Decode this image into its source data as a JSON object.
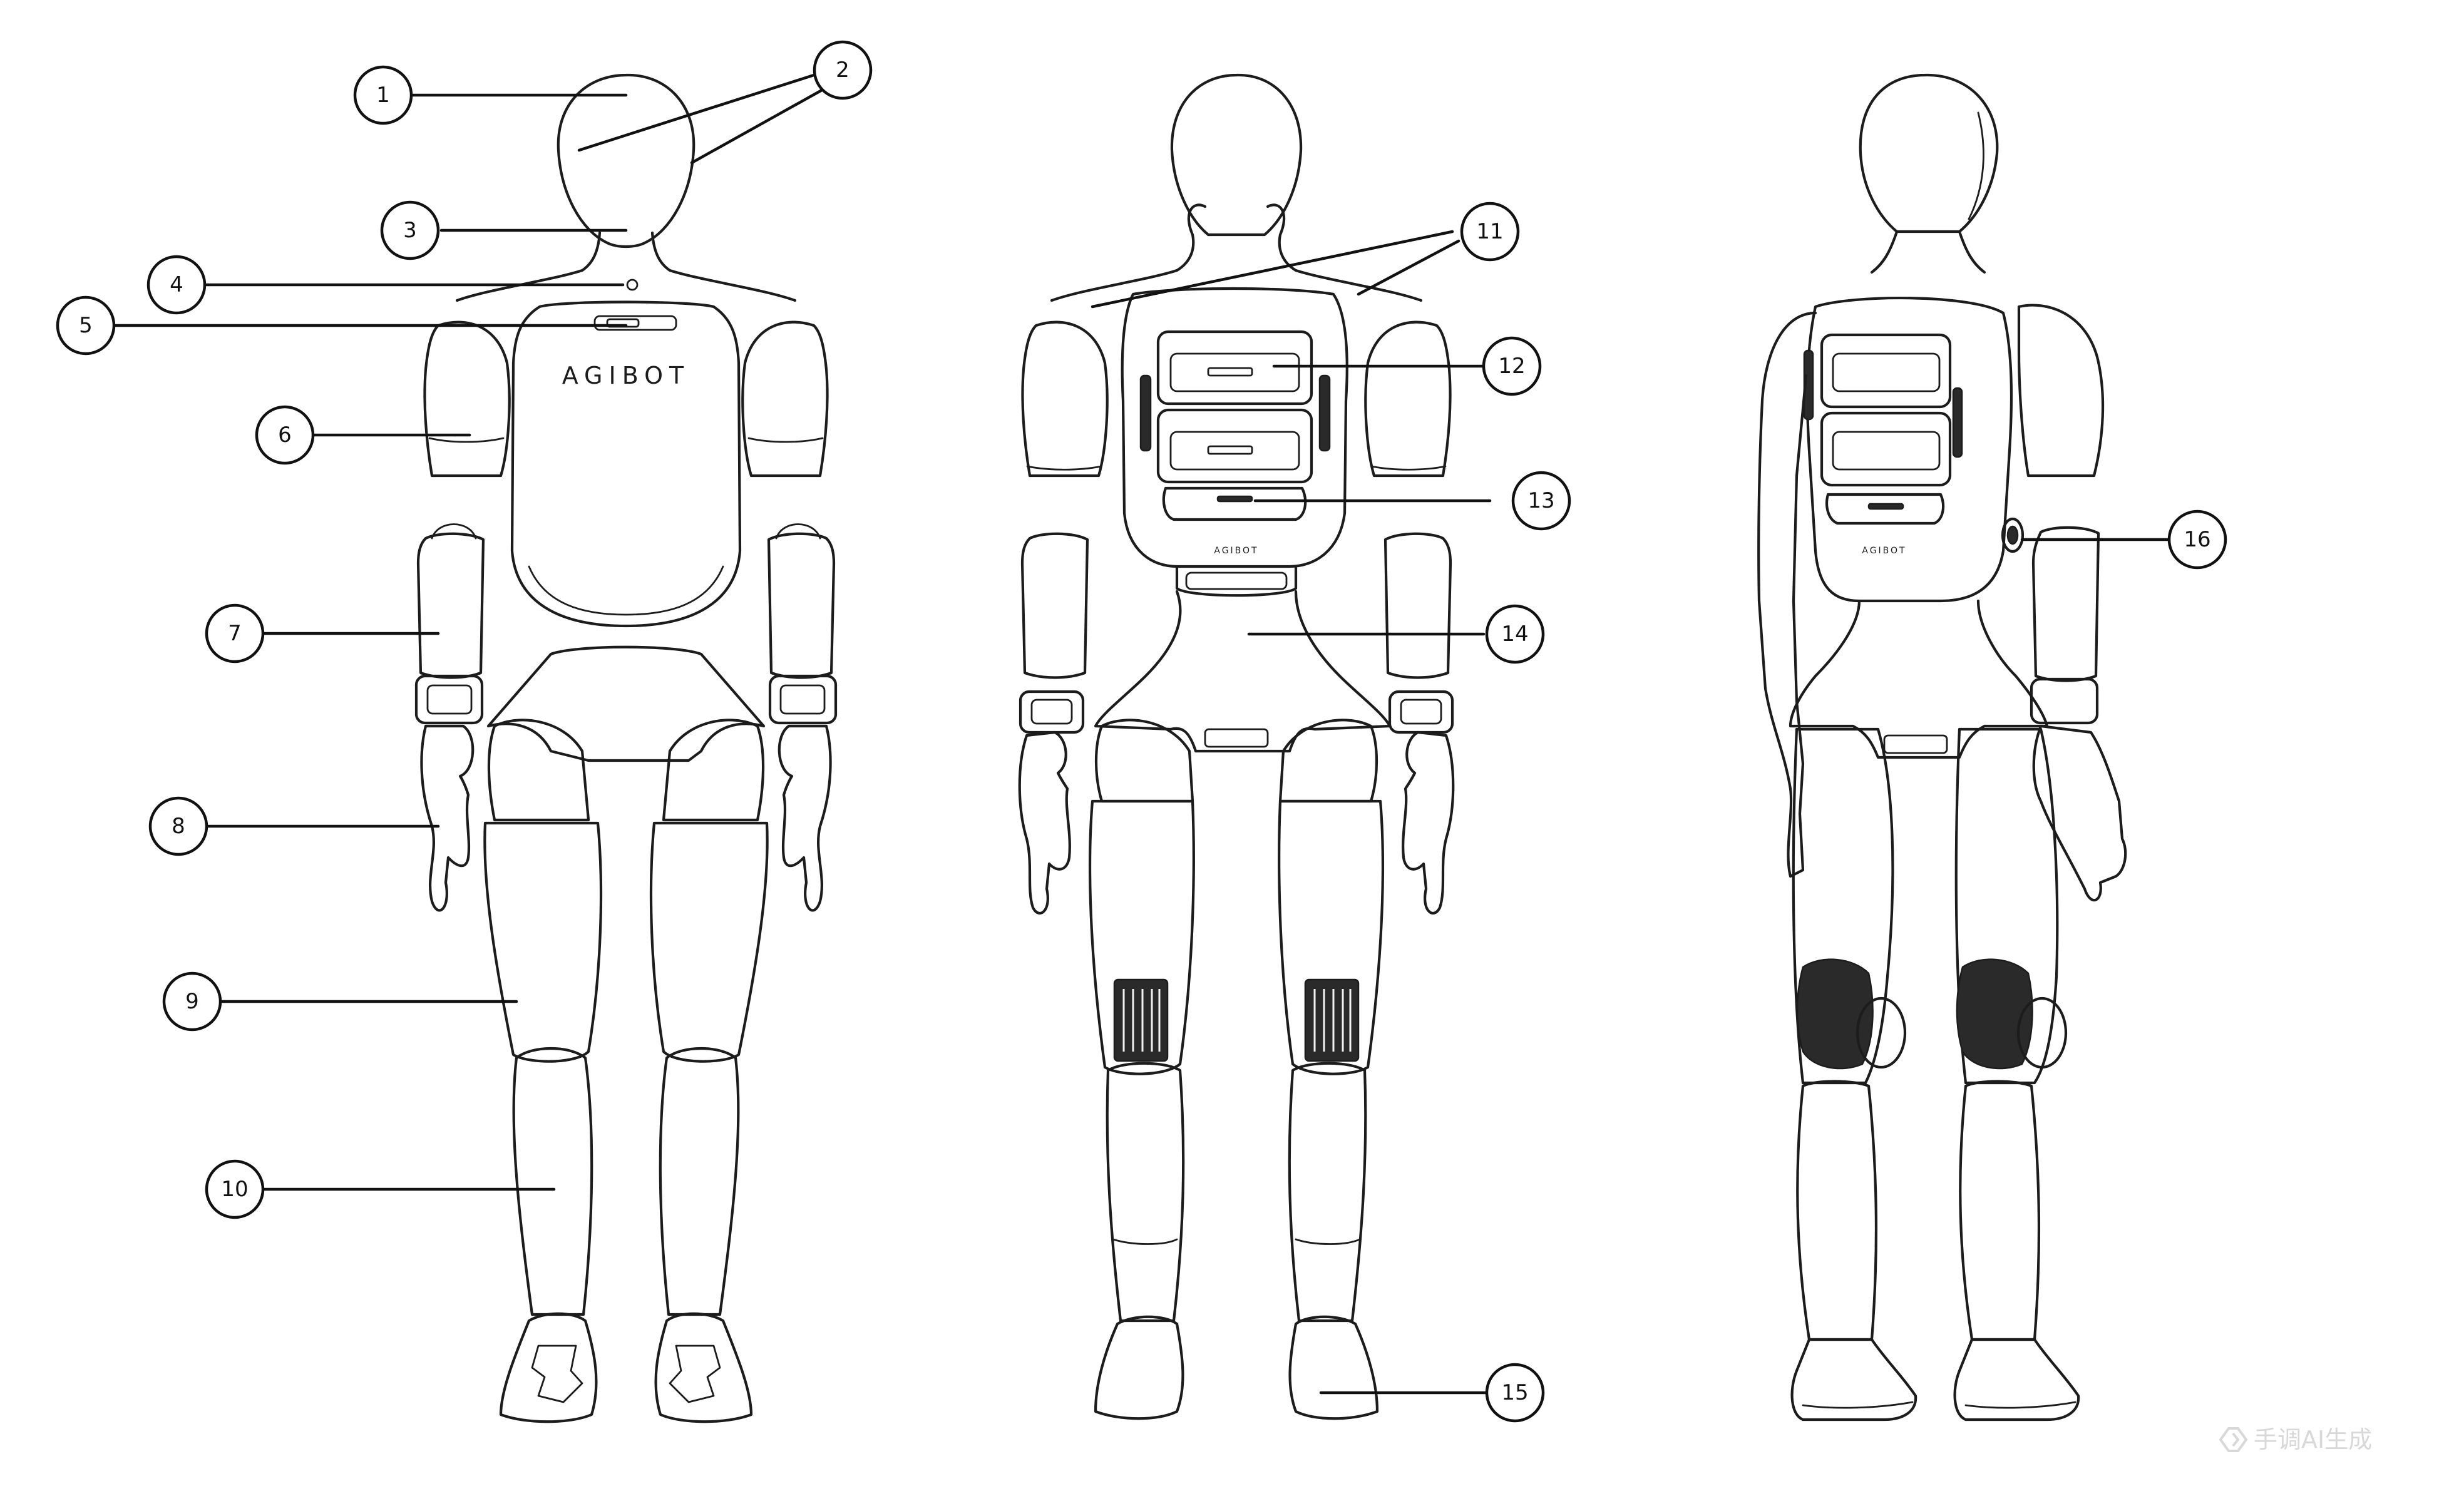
{
  "logo": {
    "front_chest_text": "AGIBOT",
    "back_text": "AGIBOT"
  },
  "callouts": [
    "1",
    "2",
    "3",
    "4",
    "5",
    "6",
    "7",
    "8",
    "9",
    "10",
    "11",
    "12",
    "13",
    "14",
    "15",
    "16"
  ],
  "watermark": {
    "text": "手调AI生成",
    "icon": "ai-sparkle-icon"
  },
  "colors": {
    "line": "#1c1c1c",
    "background": "#ffffff",
    "dark_fill": "#2a2a2a"
  }
}
